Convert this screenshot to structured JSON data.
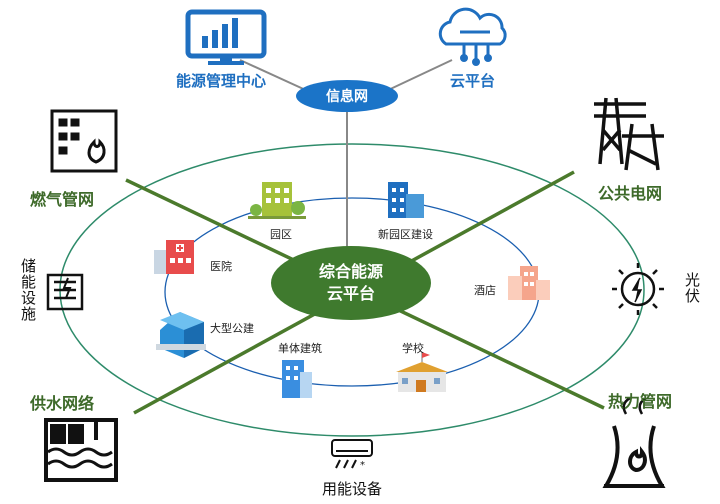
{
  "top": {
    "energy_center": "能源管理中心",
    "cloud_platform": "云平台",
    "info_network": "信息网"
  },
  "core": {
    "line1": "综合能源",
    "line2": "云平台"
  },
  "corners": {
    "gas": "燃气管网",
    "power": "公共电网",
    "water": "供水网络",
    "heat": "热力管网"
  },
  "sides": {
    "storage": "储能设施",
    "solar": "光伏",
    "devices": "用能设备"
  },
  "buildings": {
    "park": "园区",
    "new_park": "新园区建设",
    "hospital": "医院",
    "hotel": "酒店",
    "public_building": "大型公建",
    "single_building": "单体建筑",
    "school": "学校"
  },
  "colors": {
    "blue": "#1f6fc0",
    "green_line": "#4b7a2c",
    "ellipse_stroke": "#2e8b6a"
  }
}
